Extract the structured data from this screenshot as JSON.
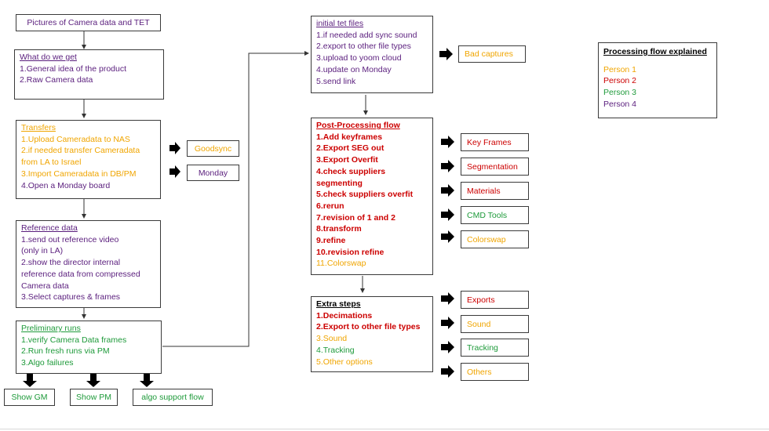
{
  "title_box": {
    "text": "Pictures of Camera data and TET"
  },
  "what_we_get": {
    "header": "What do we get",
    "items": [
      "1.General idea of the product",
      "2.Raw Camera data"
    ]
  },
  "transfers": {
    "header": "Transfers",
    "items": [
      {
        "text": "1.Upload Cameradata to NAS",
        "color": "orange"
      },
      {
        "text": "2.if needed transfer Cameradata",
        "color": "orange"
      },
      {
        "text": "from LA to Israel",
        "color": "orange"
      },
      {
        "text": "3.Import Cameradata in DB/PM",
        "color": "orange"
      },
      {
        "text": "4.Open a Monday board",
        "color": "purple"
      }
    ]
  },
  "goodsync": {
    "text": "Goodsync"
  },
  "monday": {
    "text": "Monday"
  },
  "reference_data": {
    "header": "Reference data",
    "items": [
      "1.send out reference video",
      "(only in LA)",
      "2.show the director internal",
      "reference data from compressed",
      "Camera data",
      "3.Select captures & frames"
    ]
  },
  "preliminary_runs": {
    "header": "Preliminary  runs",
    "items": [
      "1.verify Camera Data frames",
      "2.Run fresh runs via PM",
      "3.Algo failures"
    ]
  },
  "show_gm": {
    "text": "Show GM"
  },
  "show_pm": {
    "text": "Show PM"
  },
  "algo_support": {
    "text": "algo support flow"
  },
  "initial_tet": {
    "header": "initial tet files",
    "items": [
      "1.if needed add sync sound",
      "2.export to other file types",
      "3.upload to yoom cloud",
      "4.update on Monday",
      "5.send link"
    ]
  },
  "bad_captures": {
    "text": "Bad captures"
  },
  "post_processing": {
    "header": "Post-Processing flow",
    "items": [
      {
        "text": "1.Add keyframes",
        "color": "red"
      },
      {
        "text": "2.Export SEG out",
        "color": "red"
      },
      {
        "text": "3.Export Overfit",
        "color": "red"
      },
      {
        "text": "4.check suppliers",
        "color": "red"
      },
      {
        "text": "segmenting",
        "color": "red"
      },
      {
        "text": "5.check suppliers overfit",
        "color": "red"
      },
      {
        "text": "6.rerun",
        "color": "red"
      },
      {
        "text": "7.revision of 1 and 2",
        "color": "red"
      },
      {
        "text": "8.transform",
        "color": "red"
      },
      {
        "text": "9.refine",
        "color": "red"
      },
      {
        "text": "10.revision refine",
        "color": "red"
      },
      {
        "text": "11.Colorswap",
        "color": "orange"
      }
    ]
  },
  "extra_steps": {
    "header": "Extra steps",
    "items": [
      {
        "text": "1.Decimations",
        "color": "red"
      },
      {
        "text": "2.Export to other file types",
        "color": "red"
      },
      {
        "text": "3.Sound",
        "color": "orange"
      },
      {
        "text": "4.Tracking",
        "color": "green"
      },
      {
        "text": "5.Other options",
        "color": "orange"
      }
    ]
  },
  "pp_outputs": [
    {
      "text": "Key Frames",
      "color": "red"
    },
    {
      "text": "Segmentation",
      "color": "red"
    },
    {
      "text": "Materials",
      "color": "red"
    },
    {
      "text": "CMD Tools",
      "color": "green"
    },
    {
      "text": "Colorswap",
      "color": "orange"
    }
  ],
  "extra_outputs": [
    {
      "text": "Exports",
      "color": "red"
    },
    {
      "text": "Sound",
      "color": "orange"
    },
    {
      "text": "Tracking",
      "color": "green"
    },
    {
      "text": "Others",
      "color": "orange"
    }
  ],
  "legend": {
    "header": "Processing flow explained",
    "items": [
      {
        "text": "Person 1",
        "color": "orange"
      },
      {
        "text": "Person 2",
        "color": "red"
      },
      {
        "text": "Person 3",
        "color": "green"
      },
      {
        "text": "Person 4",
        "color": "purple"
      }
    ]
  },
  "colors": {
    "purple": "#5a1e7d",
    "orange": "#f0a500",
    "green": "#1e9a3a",
    "red": "#cc0000",
    "border": "#3a3a3a"
  }
}
